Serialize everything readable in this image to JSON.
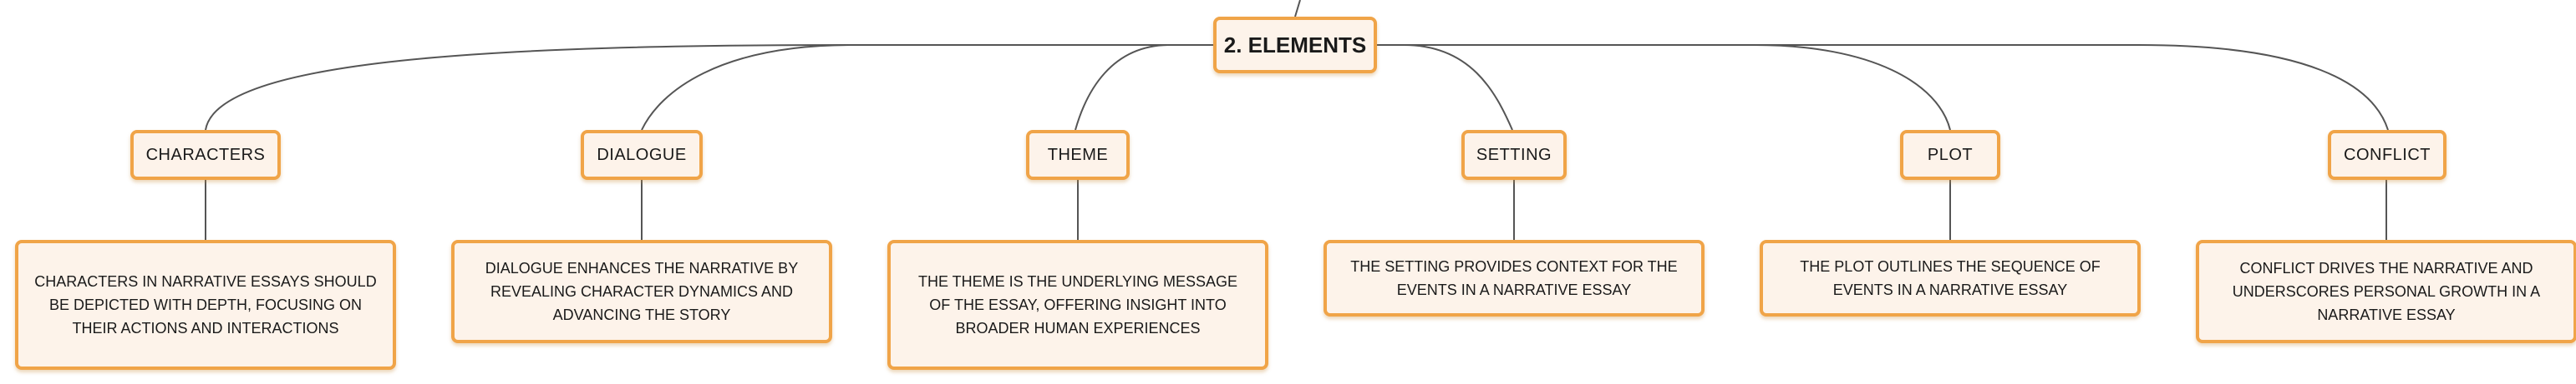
{
  "root": {
    "label": "2. ELEMENTS"
  },
  "branches": [
    {
      "title": "CHARACTERS",
      "description": "CHARACTERS IN NARRATIVE ESSAYS SHOULD BE DEPICTED WITH DEPTH, FOCUSING ON THEIR ACTIONS AND INTERACTIONS"
    },
    {
      "title": "DIALOGUE",
      "description": "DIALOGUE ENHANCES THE NARRATIVE BY REVEALING CHARACTER DYNAMICS AND ADVANCING THE STORY"
    },
    {
      "title": "THEME",
      "description": "THE THEME IS THE UNDERLYING MESSAGE OF THE ESSAY, OFFERING INSIGHT INTO BROADER HUMAN EXPERIENCES"
    },
    {
      "title": "SETTING",
      "description": "THE SETTING PROVIDES CONTEXT FOR THE EVENTS IN A NARRATIVE ESSAY"
    },
    {
      "title": "PLOT",
      "description": "THE PLOT OUTLINES THE SEQUENCE OF EVENTS IN A NARRATIVE ESSAY"
    },
    {
      "title": "CONFLICT",
      "description": "CONFLICT DRIVES THE NARRATIVE AND UNDERSCORES PERSONAL GROWTH IN A NARRATIVE ESSAY"
    }
  ],
  "colors": {
    "border": "#f0a448",
    "fill": "#fdf3ea",
    "line": "#555555"
  }
}
